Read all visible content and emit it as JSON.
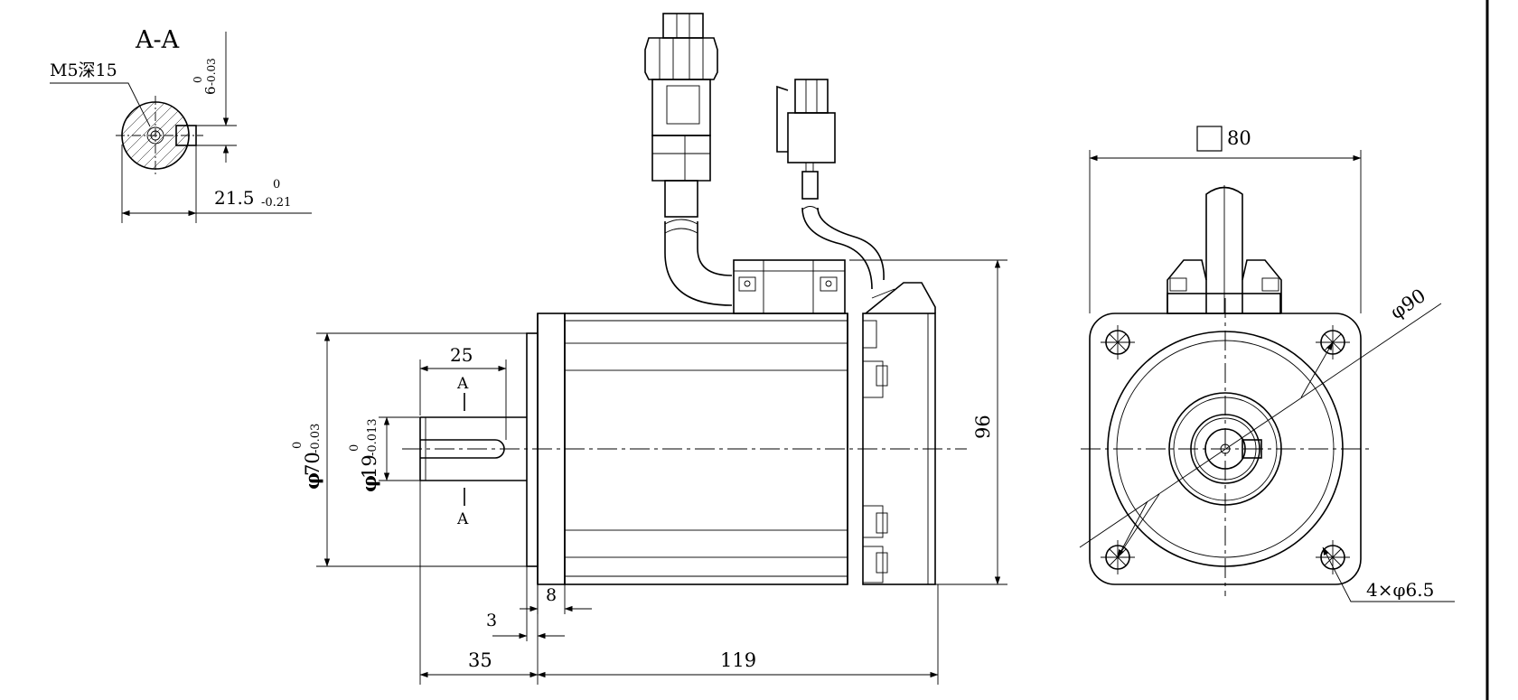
{
  "section_view": {
    "title": "A-A",
    "thread_note": "M5深15",
    "key_depth": {
      "nominal": "6",
      "upper_tol": "0",
      "lower_tol": "-0.03"
    },
    "shaft_key_height": {
      "nominal": "21.5",
      "upper_tol": "0",
      "lower_tol": "-0.21"
    }
  },
  "side_view": {
    "key_length": "25",
    "section_mark_top": "A",
    "section_mark_bottom": "A",
    "flange_diameter": {
      "symbol": "φ",
      "nominal": "70",
      "upper_tol": "0",
      "lower_tol": "-0.03"
    },
    "shaft_diameter": {
      "symbol": "φ",
      "nominal": "19",
      "upper_tol": "0",
      "lower_tol": "-0.013"
    },
    "height": "96",
    "flange_thickness": "8",
    "spigot_depth": "3",
    "shaft_length": "35",
    "body_length": "119"
  },
  "front_view": {
    "flange_square": "80",
    "pcd": "φ90",
    "mounting_holes": "4×φ6.5"
  }
}
